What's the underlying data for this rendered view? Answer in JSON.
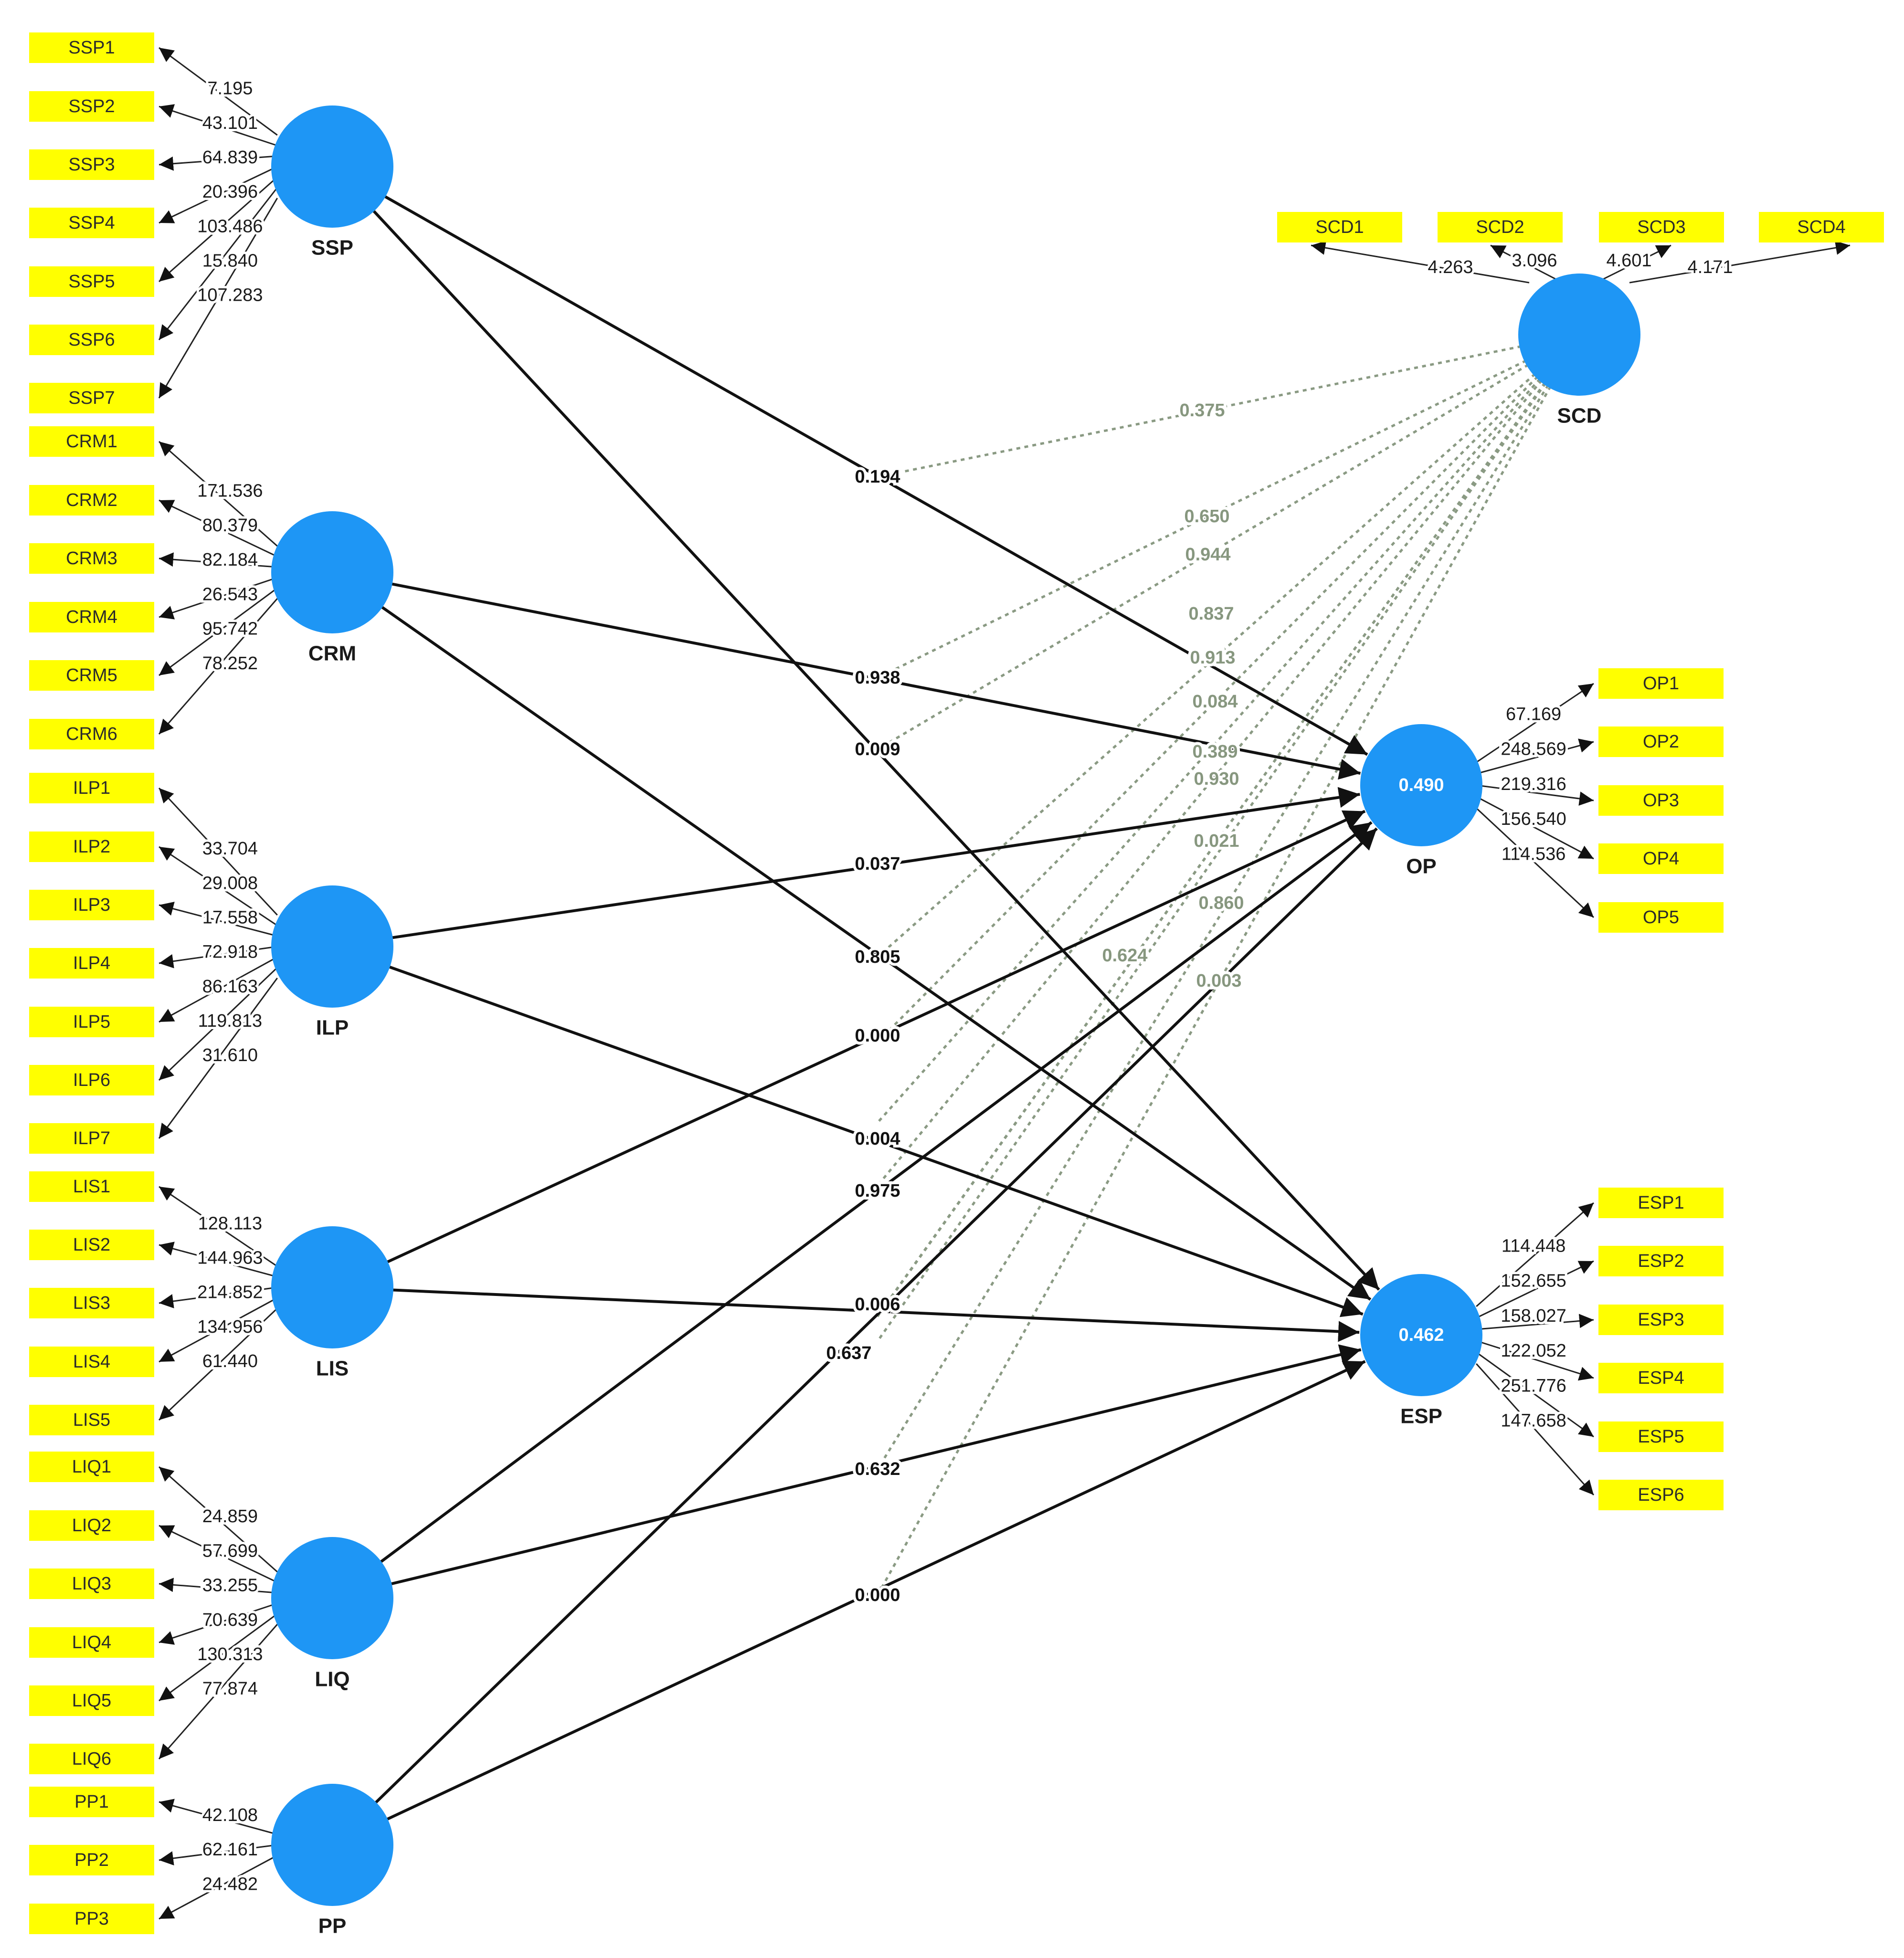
{
  "colors": {
    "latent_fill": "#1e96f5",
    "indicator_fill": "#ffff00",
    "structural_line": "#111111",
    "moderation_line": "#8a9a83",
    "outer_line": "#222222"
  },
  "constructs": [
    {
      "id": "SSP",
      "label": "SSP",
      "r2": "",
      "indicators": [
        {
          "label": "SSP1",
          "loading": "7.195"
        },
        {
          "label": "SSP2",
          "loading": "43.101"
        },
        {
          "label": "SSP3",
          "loading": "64.839"
        },
        {
          "label": "SSP4",
          "loading": "20.396"
        },
        {
          "label": "SSP5",
          "loading": "103.486"
        },
        {
          "label": "SSP6",
          "loading": "15.840"
        },
        {
          "label": "SSP7",
          "loading": "107.283"
        }
      ]
    },
    {
      "id": "CRM",
      "label": "CRM",
      "r2": "",
      "indicators": [
        {
          "label": "CRM1",
          "loading": "171.536"
        },
        {
          "label": "CRM2",
          "loading": "80.379"
        },
        {
          "label": "CRM3",
          "loading": "82.184"
        },
        {
          "label": "CRM4",
          "loading": "26.543"
        },
        {
          "label": "CRM5",
          "loading": "95.742"
        },
        {
          "label": "CRM6",
          "loading": "78.252"
        }
      ]
    },
    {
      "id": "ILP",
      "label": "ILP",
      "r2": "",
      "indicators": [
        {
          "label": "ILP1",
          "loading": "33.704"
        },
        {
          "label": "ILP2",
          "loading": "29.008"
        },
        {
          "label": "ILP3",
          "loading": "17.558"
        },
        {
          "label": "ILP4",
          "loading": "72.918"
        },
        {
          "label": "ILP5",
          "loading": "86.163"
        },
        {
          "label": "ILP6",
          "loading": "119.813"
        },
        {
          "label": "ILP7",
          "loading": "31.610"
        }
      ]
    },
    {
      "id": "LIS",
      "label": "LIS",
      "r2": "",
      "indicators": [
        {
          "label": "LIS1",
          "loading": "128.113"
        },
        {
          "label": "LIS2",
          "loading": "144.963"
        },
        {
          "label": "LIS3",
          "loading": "214.852"
        },
        {
          "label": "LIS4",
          "loading": "134.956"
        },
        {
          "label": "LIS5",
          "loading": "61.440"
        }
      ]
    },
    {
      "id": "LIQ",
      "label": "LIQ",
      "r2": "",
      "indicators": [
        {
          "label": "LIQ1",
          "loading": "24.859"
        },
        {
          "label": "LIQ2",
          "loading": "57.699"
        },
        {
          "label": "LIQ3",
          "loading": "33.255"
        },
        {
          "label": "LIQ4",
          "loading": "70.639"
        },
        {
          "label": "LIQ5",
          "loading": "130.313"
        },
        {
          "label": "LIQ6",
          "loading": "77.874"
        }
      ]
    },
    {
      "id": "PP",
      "label": "PP",
      "r2": "",
      "indicators": [
        {
          "label": "PP1",
          "loading": "42.108"
        },
        {
          "label": "PP2",
          "loading": "62.161"
        },
        {
          "label": "PP3",
          "loading": "24.482"
        }
      ]
    },
    {
      "id": "SCD",
      "label": "SCD",
      "r2": "",
      "indicators": [
        {
          "label": "SCD1",
          "loading": "4.263"
        },
        {
          "label": "SCD2",
          "loading": "3.096"
        },
        {
          "label": "SCD3",
          "loading": "4.601"
        },
        {
          "label": "SCD4",
          "loading": "4.171"
        }
      ]
    },
    {
      "id": "OP",
      "label": "OP",
      "r2": "0.490",
      "indicators": [
        {
          "label": "OP1",
          "loading": "67.169"
        },
        {
          "label": "OP2",
          "loading": "248.569"
        },
        {
          "label": "OP3",
          "loading": "219.316"
        },
        {
          "label": "OP4",
          "loading": "156.540"
        },
        {
          "label": "OP5",
          "loading": "114.536"
        }
      ]
    },
    {
      "id": "ESP",
      "label": "ESP",
      "r2": "0.462",
      "indicators": [
        {
          "label": "ESP1",
          "loading": "114.448"
        },
        {
          "label": "ESP2",
          "loading": "152.655"
        },
        {
          "label": "ESP3",
          "loading": "158.027"
        },
        {
          "label": "ESP4",
          "loading": "122.052"
        },
        {
          "label": "ESP5",
          "loading": "251.776"
        },
        {
          "label": "ESP6",
          "loading": "147.658"
        }
      ]
    }
  ],
  "structural_paths": [
    {
      "from": "SSP",
      "to": "OP",
      "value": "0.194"
    },
    {
      "from": "SSP",
      "to": "ESP",
      "value": "0.009"
    },
    {
      "from": "CRM",
      "to": "OP",
      "value": "0.938"
    },
    {
      "from": "CRM",
      "to": "ESP",
      "value": "0.805"
    },
    {
      "from": "ILP",
      "to": "OP",
      "value": "0.037"
    },
    {
      "from": "ILP",
      "to": "ESP",
      "value": "0.004"
    },
    {
      "from": "LIS",
      "to": "OP",
      "value": "0.000"
    },
    {
      "from": "LIS",
      "to": "ESP",
      "value": "0.006"
    },
    {
      "from": "LIQ",
      "to": "OP",
      "value": "0.975"
    },
    {
      "from": "LIQ",
      "to": "ESP",
      "value": "0.632"
    },
    {
      "from": "PP",
      "to": "OP",
      "value": "0.637"
    },
    {
      "from": "PP",
      "to": "ESP",
      "value": "0.000"
    }
  ],
  "moderation_values": [
    "0.375",
    "0.650",
    "0.944",
    "0.837",
    "0.913",
    "0.084",
    "0.389",
    "0.930",
    "0.021",
    "0.860",
    "0.624",
    "0.003"
  ]
}
